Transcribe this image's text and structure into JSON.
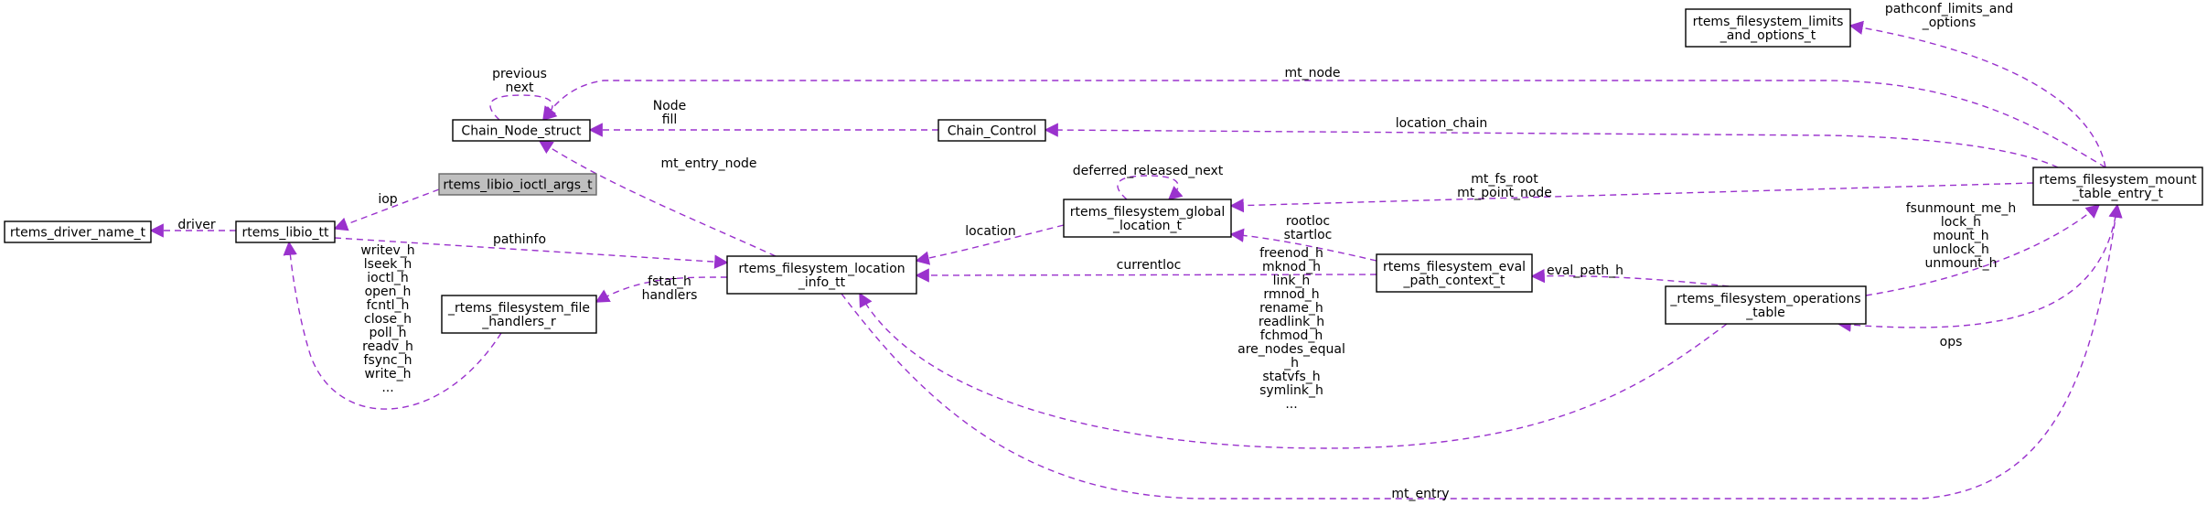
{
  "diagram": {
    "edge_color": "#9a32cd",
    "nodes": [
      {
        "id": "limits",
        "lines": [
          "rtems_filesystem_limits",
          "_and_options_t"
        ]
      },
      {
        "id": "chain_node",
        "lines": [
          "Chain_Node_struct"
        ]
      },
      {
        "id": "chain_control",
        "lines": [
          "Chain_Control"
        ]
      },
      {
        "id": "ioctl_args",
        "lines": [
          "rtems_libio_ioctl_args_t"
        ],
        "highlight": true
      },
      {
        "id": "driver_name",
        "lines": [
          "rtems_driver_name_t"
        ]
      },
      {
        "id": "libio",
        "lines": [
          "rtems_libio_tt"
        ]
      },
      {
        "id": "location_info",
        "lines": [
          "rtems_filesystem_location",
          "_info_tt"
        ]
      },
      {
        "id": "global_location",
        "lines": [
          "rtems_filesystem_global",
          "_location_t"
        ]
      },
      {
        "id": "eval_path",
        "lines": [
          "rtems_filesystem_eval",
          "_path_context_t"
        ]
      },
      {
        "id": "file_handlers",
        "lines": [
          "_rtems_filesystem_file",
          "_handlers_r"
        ]
      },
      {
        "id": "operations",
        "lines": [
          "_rtems_filesystem_operations",
          "_table"
        ]
      },
      {
        "id": "mount_table",
        "lines": [
          "rtems_filesystem_mount",
          "_table_entry_t"
        ]
      }
    ],
    "edges": [
      {
        "id": "e-node-self",
        "label": [
          "previous",
          "next"
        ]
      },
      {
        "id": "e-node-control",
        "label": [
          "Node",
          "fill"
        ]
      },
      {
        "id": "e-node-mount",
        "label": [
          "mt_node"
        ]
      },
      {
        "id": "e-control-mount",
        "label": [
          "location_chain"
        ]
      },
      {
        "id": "e-limits-mount",
        "label": [
          "pathconf_limits_and",
          "_options"
        ]
      },
      {
        "id": "e-libio-ioctl",
        "label": [
          "iop"
        ]
      },
      {
        "id": "e-driver-libio",
        "label": [
          "driver"
        ]
      },
      {
        "id": "e-libio-location",
        "label": [
          "pathinfo"
        ]
      },
      {
        "id": "e-libio-handlers",
        "label": [
          "writev_h",
          "lseek_h",
          "ioctl_h",
          "open_h",
          "fcntl_h",
          "close_h",
          "poll_h",
          "readv_h",
          "fsync_h",
          "write_h",
          "..."
        ]
      },
      {
        "id": "e-node-location",
        "label": [
          "mt_entry_node"
        ]
      },
      {
        "id": "e-location-handlers",
        "label": [
          "fstat_h",
          "handlers"
        ]
      },
      {
        "id": "e-location-global",
        "label": [
          "location"
        ]
      },
      {
        "id": "e-global-self",
        "label": [
          "deferred_released_next"
        ]
      },
      {
        "id": "e-global-mount",
        "label": [
          "mt_fs_root",
          "mt_point_node"
        ]
      },
      {
        "id": "e-global-eval",
        "label": [
          "rootloc",
          "startloc"
        ]
      },
      {
        "id": "e-location-eval",
        "label": [
          "currentloc"
        ]
      },
      {
        "id": "e-eval-ops",
        "label": [
          "eval_path_h"
        ]
      },
      {
        "id": "e-location-ops",
        "label": [
          "freenod_h",
          "mknod_h",
          "link_h",
          "rmnod_h",
          "rename_h",
          "readlink_h",
          "fchmod_h",
          "are_nodes_equal",
          "_h",
          "statvfs_h",
          "symlink_h",
          "..."
        ]
      },
      {
        "id": "e-mount-ops",
        "label": [
          "fsunmount_me_h",
          "lock_h",
          "mount_h",
          "unlock_h",
          "unmount_h"
        ]
      },
      {
        "id": "e-ops-mount",
        "label": [
          "ops"
        ]
      },
      {
        "id": "e-location-mount",
        "label": [
          "mt_entry"
        ]
      }
    ]
  }
}
